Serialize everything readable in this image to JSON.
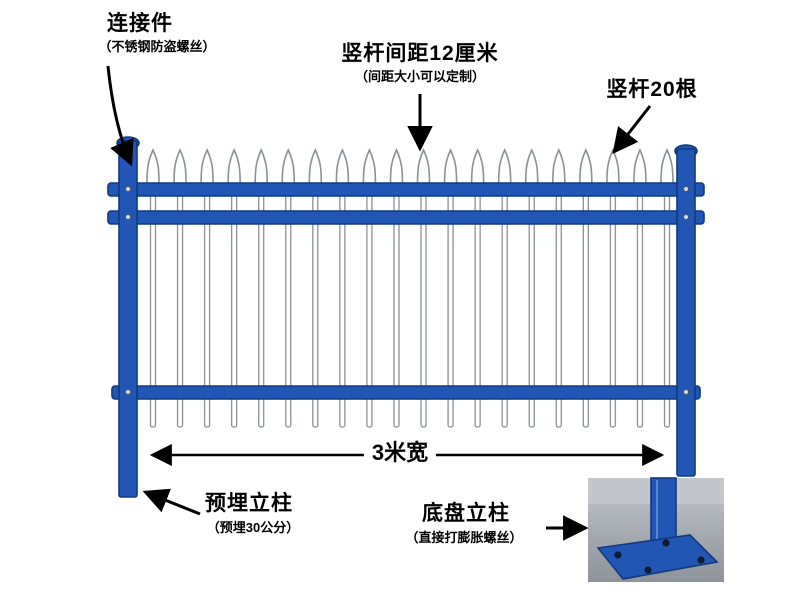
{
  "diagram": {
    "fence_color": "#2156b4",
    "fence_outline": "#123a7e",
    "bar_fill": "#ffffff",
    "bar_outline": "#8b9099"
  },
  "fence": {
    "bar_count": 20
  },
  "labels": {
    "connector": {
      "title": "连接件",
      "subtitle": "（不锈钢防盗螺丝）"
    },
    "bar_spacing": {
      "title": "竖杆间距12厘米",
      "subtitle": "（间距大小可以定制）"
    },
    "bar_count": {
      "title": "竖杆20根"
    },
    "width": {
      "title": "3米宽"
    },
    "embedded_post": {
      "title": "预埋立柱",
      "subtitle": "（预埋30公分）"
    },
    "base_plate_post": {
      "title": "底盘立柱",
      "subtitle": "（直接打膨胀螺丝）"
    }
  }
}
